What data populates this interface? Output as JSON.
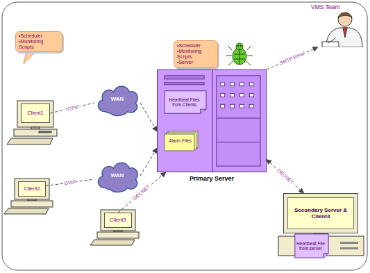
{
  "diagram": {
    "nodes": [
      {
        "text": [
          "•Scheduler",
          "•Monitoring Scripts"
        ]
      },
      {
        "text": [
          "•Scheduler",
          "•Monitoring Scripts",
          "•Server"
        ]
      },
      {
        "text": [
          "VMS Team"
        ]
      },
      {
        "text": [
          "Client1"
        ]
      },
      {
        "text": [
          "WAN"
        ]
      },
      {
        "text": [
          "Primary Server"
        ]
      },
      {
        "text": [
          "Heartbeat Files from Clients"
        ],
        "in": 5
      },
      {
        "text": [
          "Alarm Files"
        ],
        "in": 5
      },
      {
        "text": [
          "WAN"
        ]
      },
      {
        "text": [
          "Client2"
        ]
      },
      {
        "text": [
          "Client3"
        ]
      },
      {
        "text": [
          "Secondary Server & Client4"
        ]
      },
      {
        "text": [
          "Heartbeat File from server"
        ],
        "in": 11
      }
    ],
    "edges": [
      {
        "from": 3,
        "to": 4,
        "label": "TCPIP",
        "arrow": "none"
      },
      {
        "from": 4,
        "to": 5,
        "arrow": "to"
      },
      {
        "from": 9,
        "to": 8,
        "label": "DVIP",
        "arrow": "none"
      },
      {
        "from": 8,
        "to": 5,
        "arrow": "to"
      },
      {
        "from": 10,
        "to": 5,
        "label": "DECNET",
        "arrow": "to"
      },
      {
        "from": 5,
        "to": 11,
        "label": "DECNET",
        "arrow": "both"
      },
      {
        "from": 5,
        "to": 2,
        "label": "SMTP Email",
        "arrow": "to"
      }
    ]
  }
}
